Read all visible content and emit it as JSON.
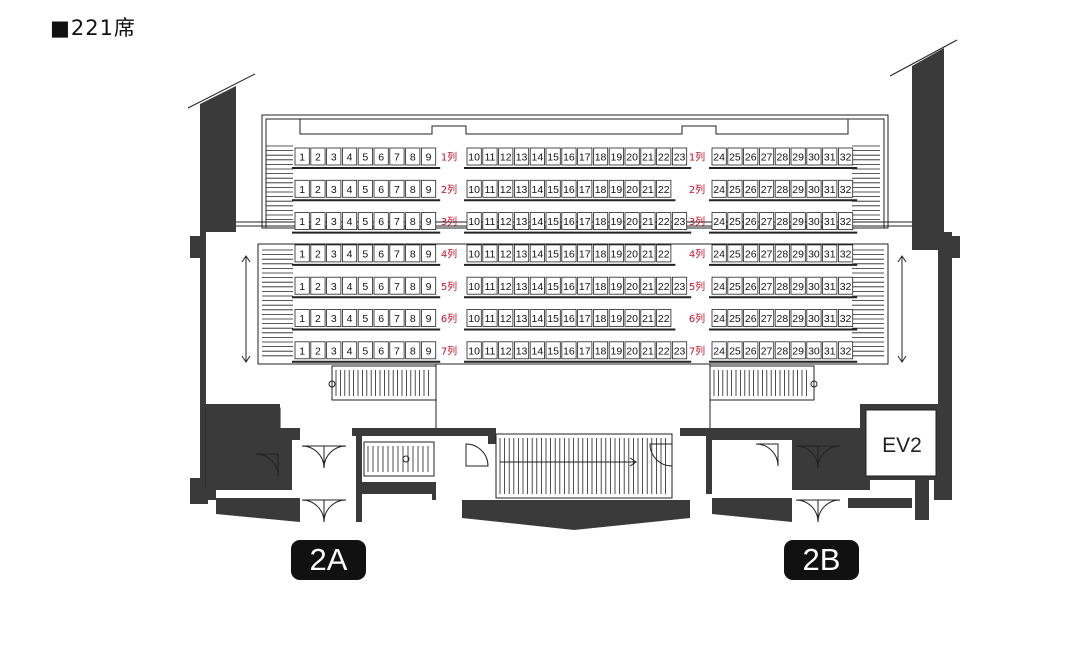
{
  "header": {
    "title": "■221席"
  },
  "entrances": {
    "left": "2A",
    "right": "2B"
  },
  "elevator": {
    "label": "EV2"
  },
  "colors": {
    "row_label": "#c8102e",
    "wall": "#3a3a3a",
    "line": "#222222"
  },
  "rows": [
    {
      "label": "1列",
      "left": [
        1,
        2,
        3,
        4,
        5,
        6,
        7,
        8,
        9
      ],
      "center": [
        10,
        11,
        12,
        13,
        14,
        15,
        16,
        17,
        18,
        19,
        20,
        21,
        22,
        23
      ],
      "right": [
        24,
        25,
        26,
        27,
        28,
        29,
        30,
        31,
        32
      ]
    },
    {
      "label": "2列",
      "left": [
        1,
        2,
        3,
        4,
        5,
        6,
        7,
        8,
        9
      ],
      "center": [
        10,
        11,
        12,
        13,
        14,
        15,
        16,
        17,
        18,
        19,
        20,
        21,
        22
      ],
      "right": [
        24,
        25,
        26,
        27,
        28,
        29,
        30,
        31,
        32
      ]
    },
    {
      "label": "3列",
      "left": [
        1,
        2,
        3,
        4,
        5,
        6,
        7,
        8,
        9
      ],
      "center": [
        10,
        11,
        12,
        13,
        14,
        15,
        16,
        17,
        18,
        19,
        20,
        21,
        22,
        23
      ],
      "right": [
        24,
        25,
        26,
        27,
        28,
        29,
        30,
        31,
        32
      ]
    },
    {
      "label": "4列",
      "left": [
        1,
        2,
        3,
        4,
        5,
        6,
        7,
        8,
        9
      ],
      "center": [
        10,
        11,
        12,
        13,
        14,
        15,
        16,
        17,
        18,
        19,
        20,
        21,
        22
      ],
      "right": [
        24,
        25,
        26,
        27,
        28,
        29,
        30,
        31,
        32
      ]
    },
    {
      "label": "5列",
      "left": [
        1,
        2,
        3,
        4,
        5,
        6,
        7,
        8,
        9
      ],
      "center": [
        10,
        11,
        12,
        13,
        14,
        15,
        16,
        17,
        18,
        19,
        20,
        21,
        22,
        23
      ],
      "right": [
        24,
        25,
        26,
        27,
        28,
        29,
        30,
        31,
        32
      ]
    },
    {
      "label": "6列",
      "left": [
        1,
        2,
        3,
        4,
        5,
        6,
        7,
        8,
        9
      ],
      "center": [
        10,
        11,
        12,
        13,
        14,
        15,
        16,
        17,
        18,
        19,
        20,
        21,
        22
      ],
      "right": [
        24,
        25,
        26,
        27,
        28,
        29,
        30,
        31,
        32
      ]
    },
    {
      "label": "7列",
      "left": [
        1,
        2,
        3,
        4,
        5,
        6,
        7,
        8,
        9
      ],
      "center": [
        10,
        11,
        12,
        13,
        14,
        15,
        16,
        17,
        18,
        19,
        20,
        21,
        22,
        23
      ],
      "right": [
        24,
        25,
        26,
        27,
        28,
        29,
        30,
        31,
        32
      ]
    }
  ]
}
